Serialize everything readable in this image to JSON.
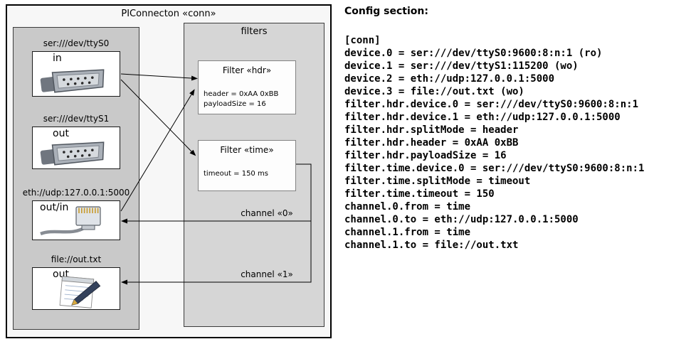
{
  "diagram": {
    "title": "PIConnecton «conn»",
    "filters_panel": {
      "title": "filters"
    },
    "devices": [
      {
        "label": "ser:///dev/ttyS0",
        "direction": "in"
      },
      {
        "label": "ser:///dev/ttyS1",
        "direction": "out"
      },
      {
        "label": "eth://udp:127.0.0.1:5000",
        "direction": "out/in"
      },
      {
        "label": "file://out.txt",
        "direction": "out"
      }
    ],
    "filters": [
      {
        "title": "Filter «hdr»",
        "attributes": [
          "header = 0xAA 0xBB",
          "payloadSize = 16"
        ]
      },
      {
        "title": "Filter «time»",
        "attributes": [
          "timeout = 150 ms"
        ]
      }
    ],
    "channels": [
      {
        "label": "channel «0»"
      },
      {
        "label": "channel «1»"
      }
    ]
  },
  "config": {
    "title": "Config section:",
    "lines": [
      "[conn]",
      "device.0 = ser:///dev/ttyS0:9600:8:n:1 (ro)",
      "device.1 = ser:///dev/ttyS1:115200 (wo)",
      "device.2 = eth://udp:127.0.0.1:5000",
      "device.3 = file://out.txt (wo)",
      "filter.hdr.device.0 = ser:///dev/ttyS0:9600:8:n:1",
      "filter.hdr.device.1 = eth://udp:127.0.0.1:5000",
      "filter.hdr.splitMode = header",
      "filter.hdr.header = 0xAA 0xBB",
      "filter.hdr.payloadSize = 16",
      "filter.time.device.0 = ser:///dev/ttyS0:9600:8:n:1",
      "filter.time.splitMode = timeout",
      "filter.time.timeout = 150",
      "channel.0.from = time",
      "channel.0.to = eth://udp:127.0.0.1:5000",
      "channel.1.from = time",
      "channel.1.to = file://out.txt"
    ]
  }
}
